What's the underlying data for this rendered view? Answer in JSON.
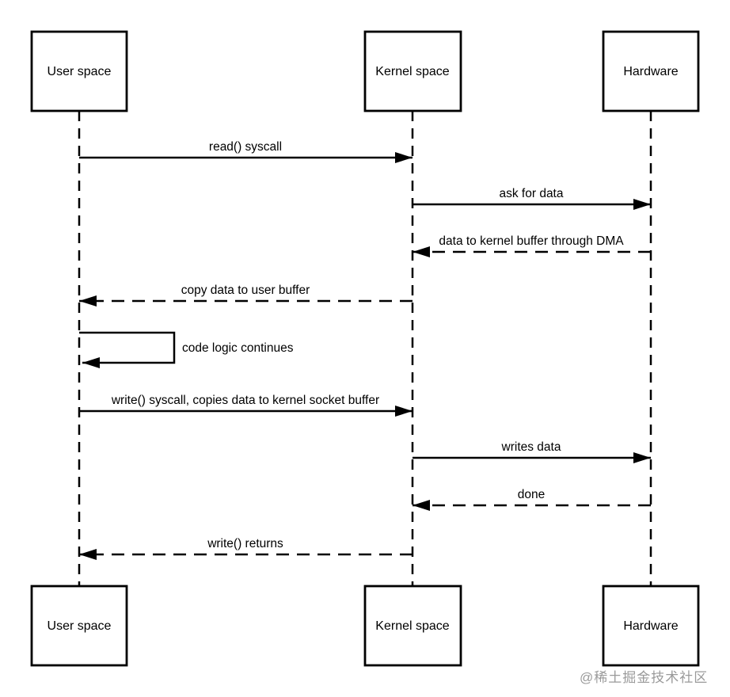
{
  "diagram": {
    "type": "sequence-diagram",
    "actors": [
      {
        "id": "user-space",
        "label": "User space"
      },
      {
        "id": "kernel-space",
        "label": "Kernel space"
      },
      {
        "id": "hardware",
        "label": "Hardware"
      }
    ],
    "messages": [
      {
        "label": "read() syscall",
        "from": "User space",
        "to": "Kernel space",
        "style": "solid"
      },
      {
        "label": "ask for data",
        "from": "Kernel space",
        "to": "Hardware",
        "style": "solid"
      },
      {
        "label": "data to kernel buffer through DMA",
        "from": "Hardware",
        "to": "Kernel space",
        "style": "dashed"
      },
      {
        "label": "copy data to user buffer",
        "from": "Kernel space",
        "to": "User space",
        "style": "dashed"
      },
      {
        "label": "code logic continues",
        "from": "User space",
        "to": "User space",
        "style": "self"
      },
      {
        "label": "write() syscall, copies data to kernel socket buffer",
        "from": "User space",
        "to": "Kernel space",
        "style": "solid"
      },
      {
        "label": "writes data",
        "from": "Kernel space",
        "to": "Hardware",
        "style": "solid"
      },
      {
        "label": "done",
        "from": "Hardware",
        "to": "Kernel space",
        "style": "dashed"
      },
      {
        "label": "write() returns",
        "from": "Kernel space",
        "to": "User space",
        "style": "dashed"
      }
    ],
    "watermark": "@稀土掘金技术社区",
    "colors": {
      "line": "#000000",
      "background": "#ffffff",
      "watermark": "#9a9a9a"
    }
  }
}
